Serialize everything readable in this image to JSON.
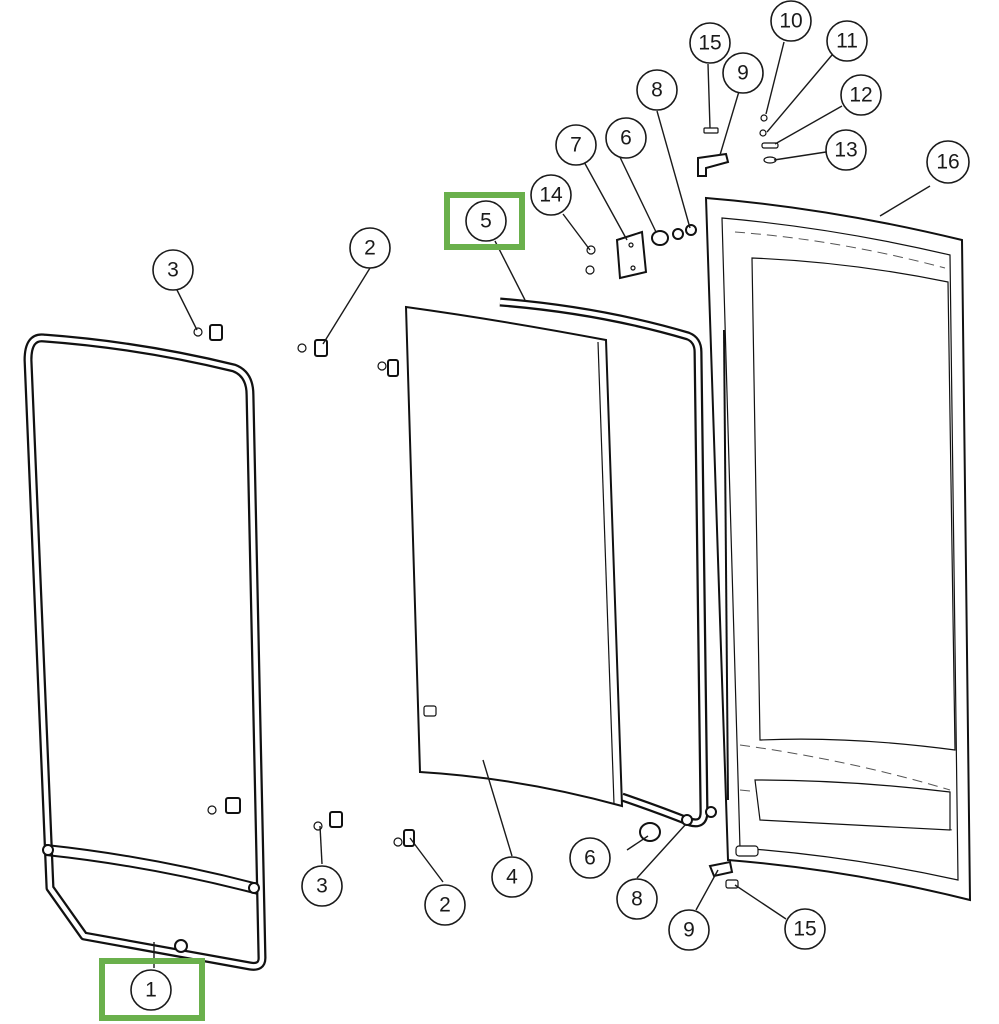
{
  "highlight_color": "#6ab04c",
  "callouts": {
    "c1": "1",
    "c2a": "2",
    "c2b": "2",
    "c3a": "3",
    "c3b": "3",
    "c4": "4",
    "c5": "5",
    "c6a": "6",
    "c6b": "6",
    "c7": "7",
    "c8a": "8",
    "c8b": "8",
    "c9a": "9",
    "c9b": "9",
    "c10": "10",
    "c11": "11",
    "c12": "12",
    "c13": "13",
    "c14": "14",
    "c15a": "15",
    "c15b": "15",
    "c16": "16"
  }
}
